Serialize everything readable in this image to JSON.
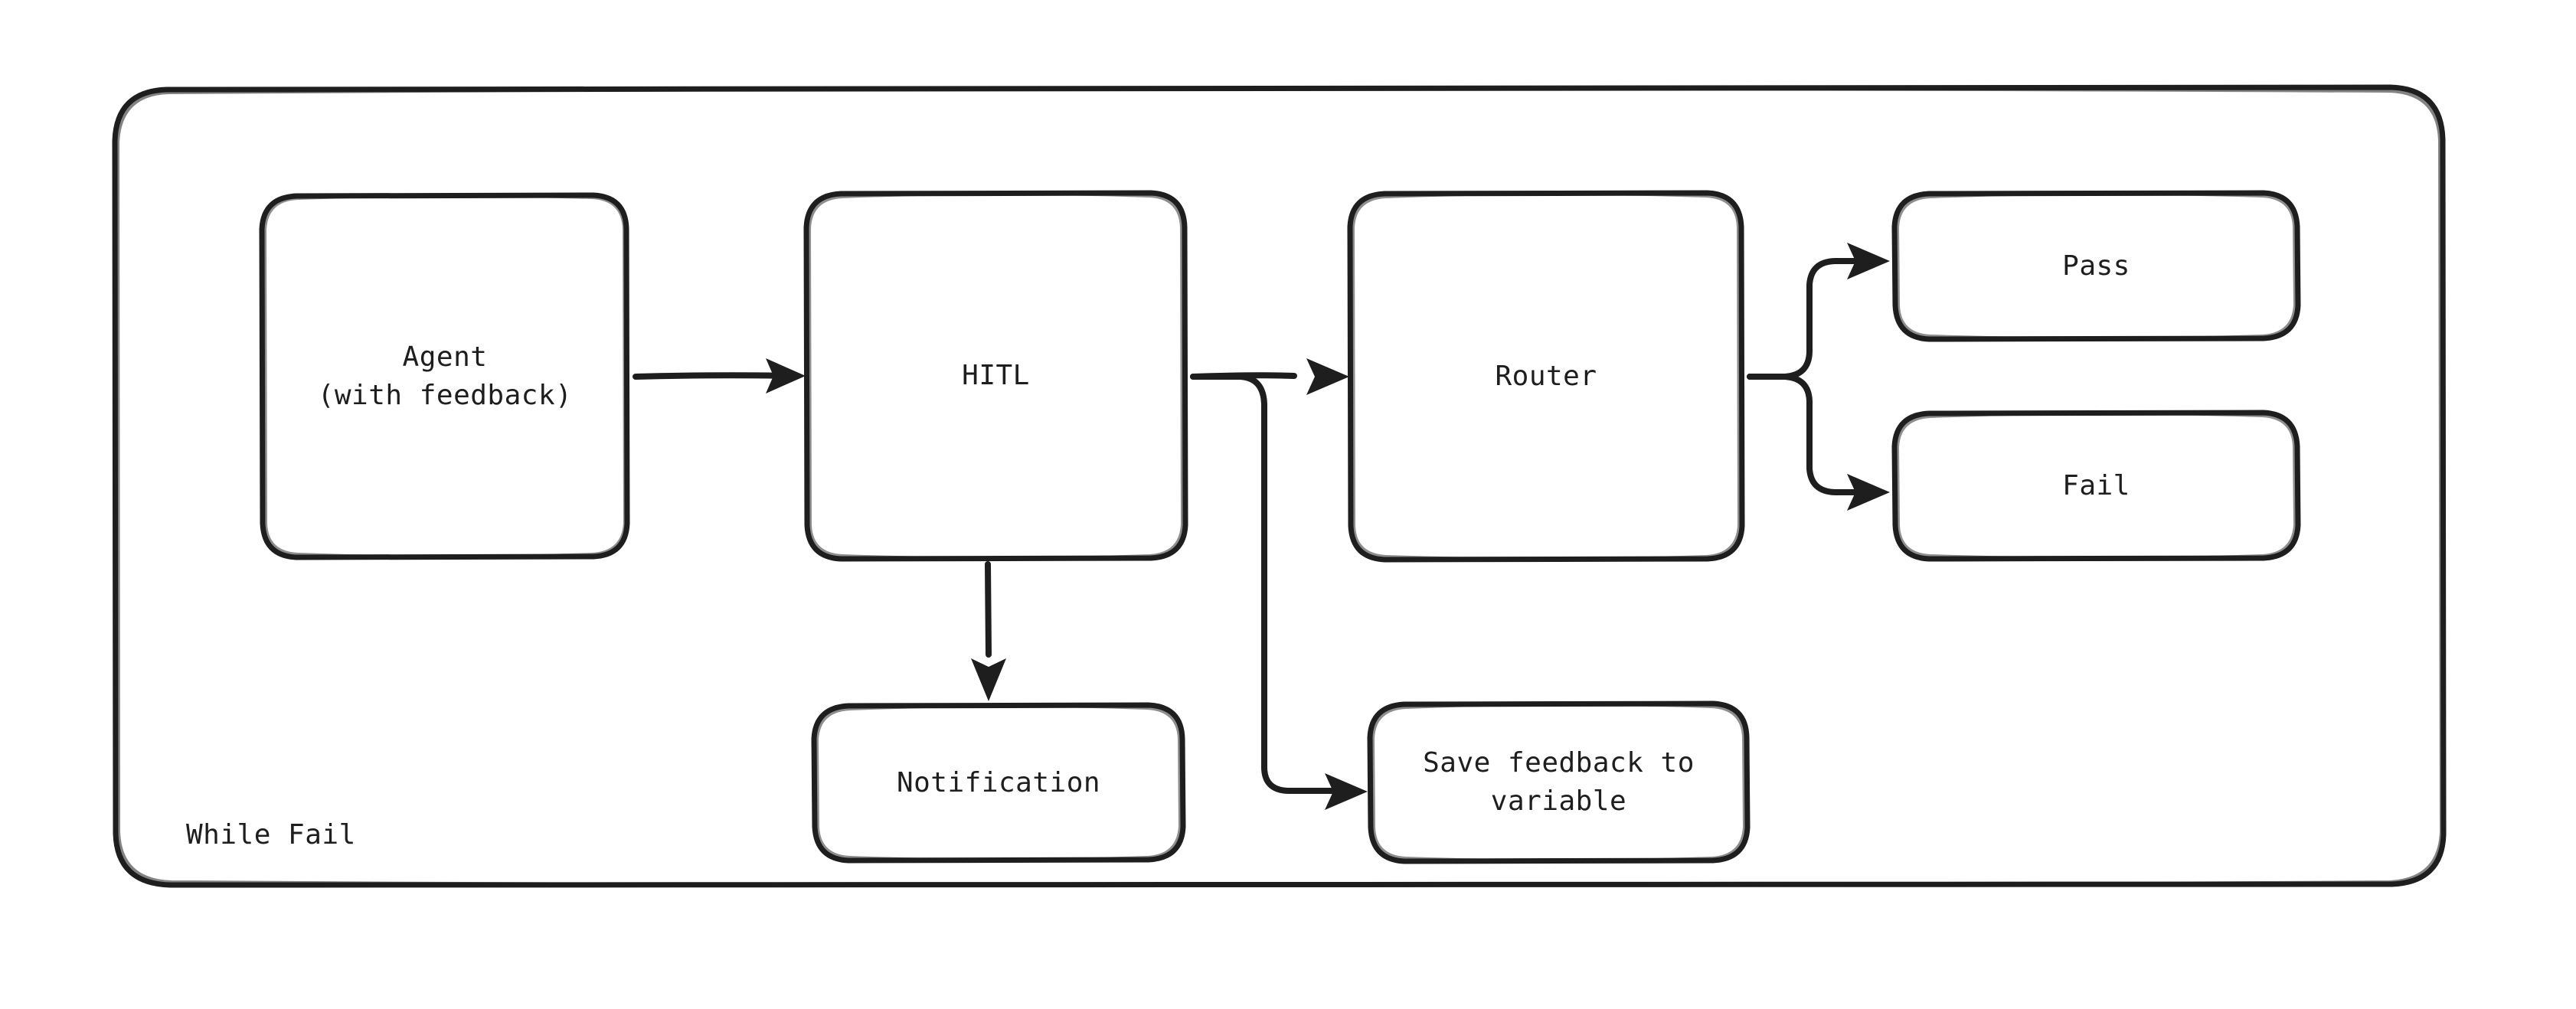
{
  "diagram": {
    "type": "flowchart",
    "style": "hand-drawn",
    "stroke_color": "#1e1e1e",
    "background_color": "#ffffff",
    "group": {
      "label": "While Fail",
      "shape": "rounded-rectangle"
    },
    "nodes": [
      {
        "id": "agent",
        "label": "Agent\n(with feedback)",
        "shape": "rounded-rectangle"
      },
      {
        "id": "hitl",
        "label": "HITL",
        "shape": "rounded-rectangle"
      },
      {
        "id": "router",
        "label": "Router",
        "shape": "rounded-rectangle"
      },
      {
        "id": "pass",
        "label": "Pass",
        "shape": "rounded-rectangle"
      },
      {
        "id": "fail",
        "label": "Fail",
        "shape": "rounded-rectangle"
      },
      {
        "id": "notification",
        "label": "Notification",
        "shape": "rounded-rectangle"
      },
      {
        "id": "savefeedback",
        "label": "Save feedback to\nvariable",
        "shape": "rounded-rectangle"
      }
    ],
    "edges": [
      {
        "from": "agent",
        "to": "hitl",
        "label": "",
        "arrow": "end"
      },
      {
        "from": "hitl",
        "to": "router",
        "label": "",
        "arrow": "end"
      },
      {
        "from": "hitl",
        "to": "notification",
        "label": "",
        "arrow": "end"
      },
      {
        "from": "hitl",
        "to": "savefeedback",
        "label": "",
        "arrow": "end"
      },
      {
        "from": "router",
        "to": "pass",
        "label": "",
        "arrow": "end"
      },
      {
        "from": "router",
        "to": "fail",
        "label": "",
        "arrow": "end"
      }
    ]
  }
}
